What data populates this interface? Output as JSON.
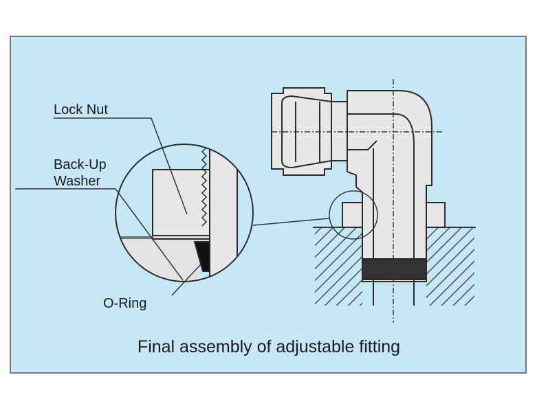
{
  "labels": {
    "lock_nut": "Lock Nut",
    "backup_line1": "Back-Up",
    "backup_line2": "Washer",
    "o_ring": "O-Ring"
  },
  "caption": "Final assembly of adjustable fitting",
  "colors": {
    "background": "#c6e7f6",
    "part": "#e8e6e6",
    "line": "#2a2a2a"
  }
}
